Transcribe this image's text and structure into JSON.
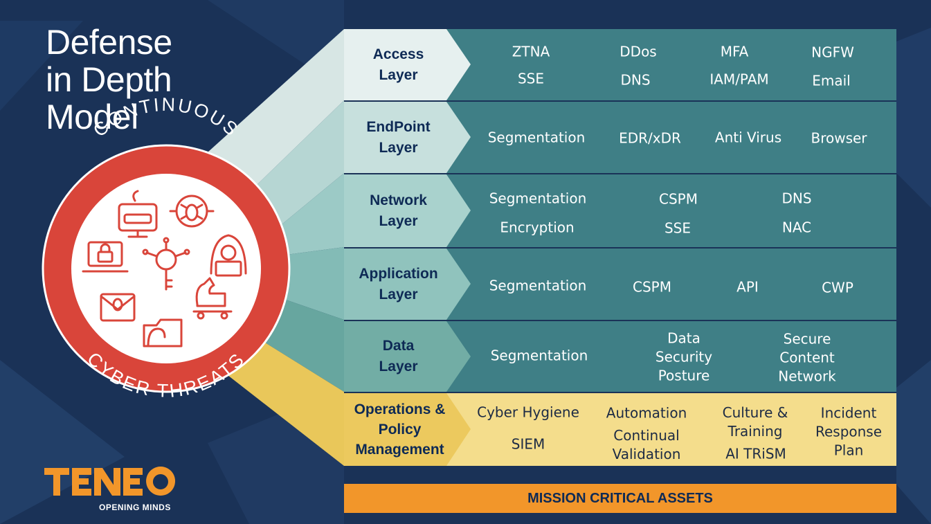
{
  "title_lines": [
    "Defense",
    "in Depth",
    "Model"
  ],
  "ring": {
    "top_text": "CONTINUOUS",
    "bottom_text": "CYBER THREATS"
  },
  "layers": [
    {
      "label_lines": [
        "Access",
        "Layer"
      ],
      "items": [
        [
          "ZTNA"
        ],
        [
          "DDos"
        ],
        [
          "MFA"
        ],
        [
          "NGFW"
        ],
        [
          "SSE"
        ],
        [
          "DNS"
        ],
        [
          "IAM/PAM"
        ],
        [
          "Email"
        ]
      ]
    },
    {
      "label_lines": [
        "EndPoint",
        "Layer"
      ],
      "items": [
        [
          "Segmentation"
        ],
        [
          "EDR/xDR"
        ],
        [
          "Anti Virus"
        ],
        [
          "Browser"
        ]
      ]
    },
    {
      "label_lines": [
        "Network",
        "Layer"
      ],
      "items": [
        [
          "Segmentation"
        ],
        [
          "CSPM"
        ],
        [
          "DNS"
        ],
        [
          "Encryption"
        ],
        [
          "SSE"
        ],
        [
          "NAC"
        ]
      ]
    },
    {
      "label_lines": [
        "Application",
        "Layer"
      ],
      "items": [
        [
          "Segmentation"
        ],
        [
          "CSPM"
        ],
        [
          "API"
        ],
        [
          "CWP"
        ]
      ]
    },
    {
      "label_lines": [
        "Data",
        "Layer"
      ],
      "items": [
        [
          "Segmentation"
        ],
        [
          "Data",
          "Security",
          "Posture"
        ],
        [
          "Secure",
          "Content",
          "Network"
        ]
      ]
    },
    {
      "label_lines": [
        "Operations &",
        "Policy",
        "Management"
      ],
      "items": [
        [
          "Cyber Hygiene"
        ],
        [
          "SIEM"
        ],
        [
          "Automation"
        ],
        [
          "Continual",
          "Validation"
        ],
        [
          "Culture &",
          "Training"
        ],
        [
          "AI TRiSM"
        ],
        [
          "Incident",
          "Response",
          "Plan"
        ]
      ]
    }
  ],
  "mission": "MISSION CRITICAL ASSETS",
  "logo": {
    "brand": "TENEO",
    "tagline": "OPENING MINDS"
  },
  "icons": [
    "password-monitor-icon",
    "bug-chip-icon",
    "ransomware-laptop-icon",
    "key-network-icon",
    "hacker-icon",
    "phishing-email-icon",
    "malware-folder-icon",
    "trojan-horse-icon"
  ],
  "colors": {
    "background": "#1a3257",
    "ring_red": "#d9453a",
    "panel_teal": "#3f7f86",
    "ops_yellow": "#f4dd8c",
    "mission_orange": "#f2962a",
    "logo_orange": "#f2962a",
    "label_navy": "#0e2a55"
  }
}
